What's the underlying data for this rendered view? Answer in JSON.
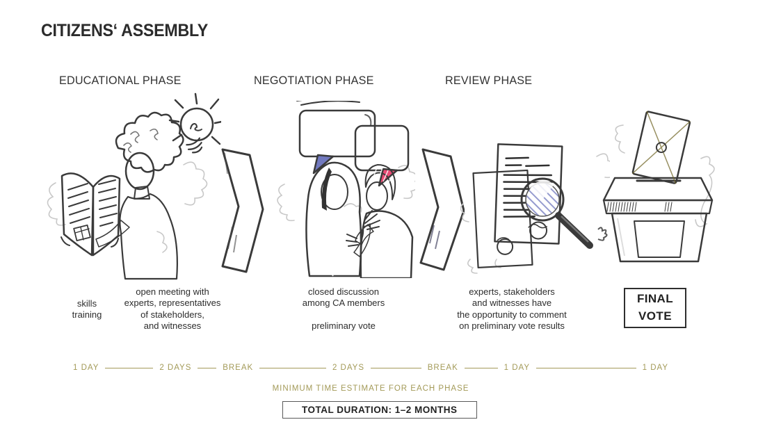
{
  "title": "CITIZENS‘ ASSEMBLY",
  "phases": [
    {
      "label": "EDUCATIONAL PHASE",
      "note_left": "skills\ntraining",
      "note_right": "open meeting with\nexperts, representatives\nof stakeholders,\nand witnesses"
    },
    {
      "label": "NEGOTIATION PHASE",
      "note": "closed discussion\namong CA members\n\npreliminary vote"
    },
    {
      "label": "REVIEW PHASE",
      "note": "experts, stakeholders\nand witnesses have\nthe opportunity to comment\non preliminary vote results"
    }
  ],
  "final_vote_label": "FINAL\nVOTE",
  "timeline": {
    "segments": [
      "1 DAY",
      "2 DAYS",
      "BREAK",
      "2 DAYS",
      "BREAK",
      "1 DAY",
      "1 DAY"
    ],
    "caption": "MINIMUM TIME ESTIMATE FOR EACH PHASE",
    "total_duration": "TOTAL DURATION: 1–2 MONTHS"
  },
  "icons": {
    "educational": [
      "person-reading",
      "open-book-icon",
      "lightbulb-icon"
    ],
    "negotiation": [
      "speech-bubbles-icon",
      "two-people-talking"
    ],
    "review": [
      "documents-icon",
      "magnifying-glass-icon"
    ],
    "final": [
      "ballot-box-icon",
      "envelope-icon"
    ],
    "connectors": [
      "chevron-right-green",
      "chevron-right-blue"
    ]
  },
  "colors": {
    "green": "#8dc63f",
    "blue": "#7179bf",
    "pink": "#e84b74",
    "olive": "#98882c",
    "gold": "#a39a58",
    "ink": "#3a3a3a"
  }
}
